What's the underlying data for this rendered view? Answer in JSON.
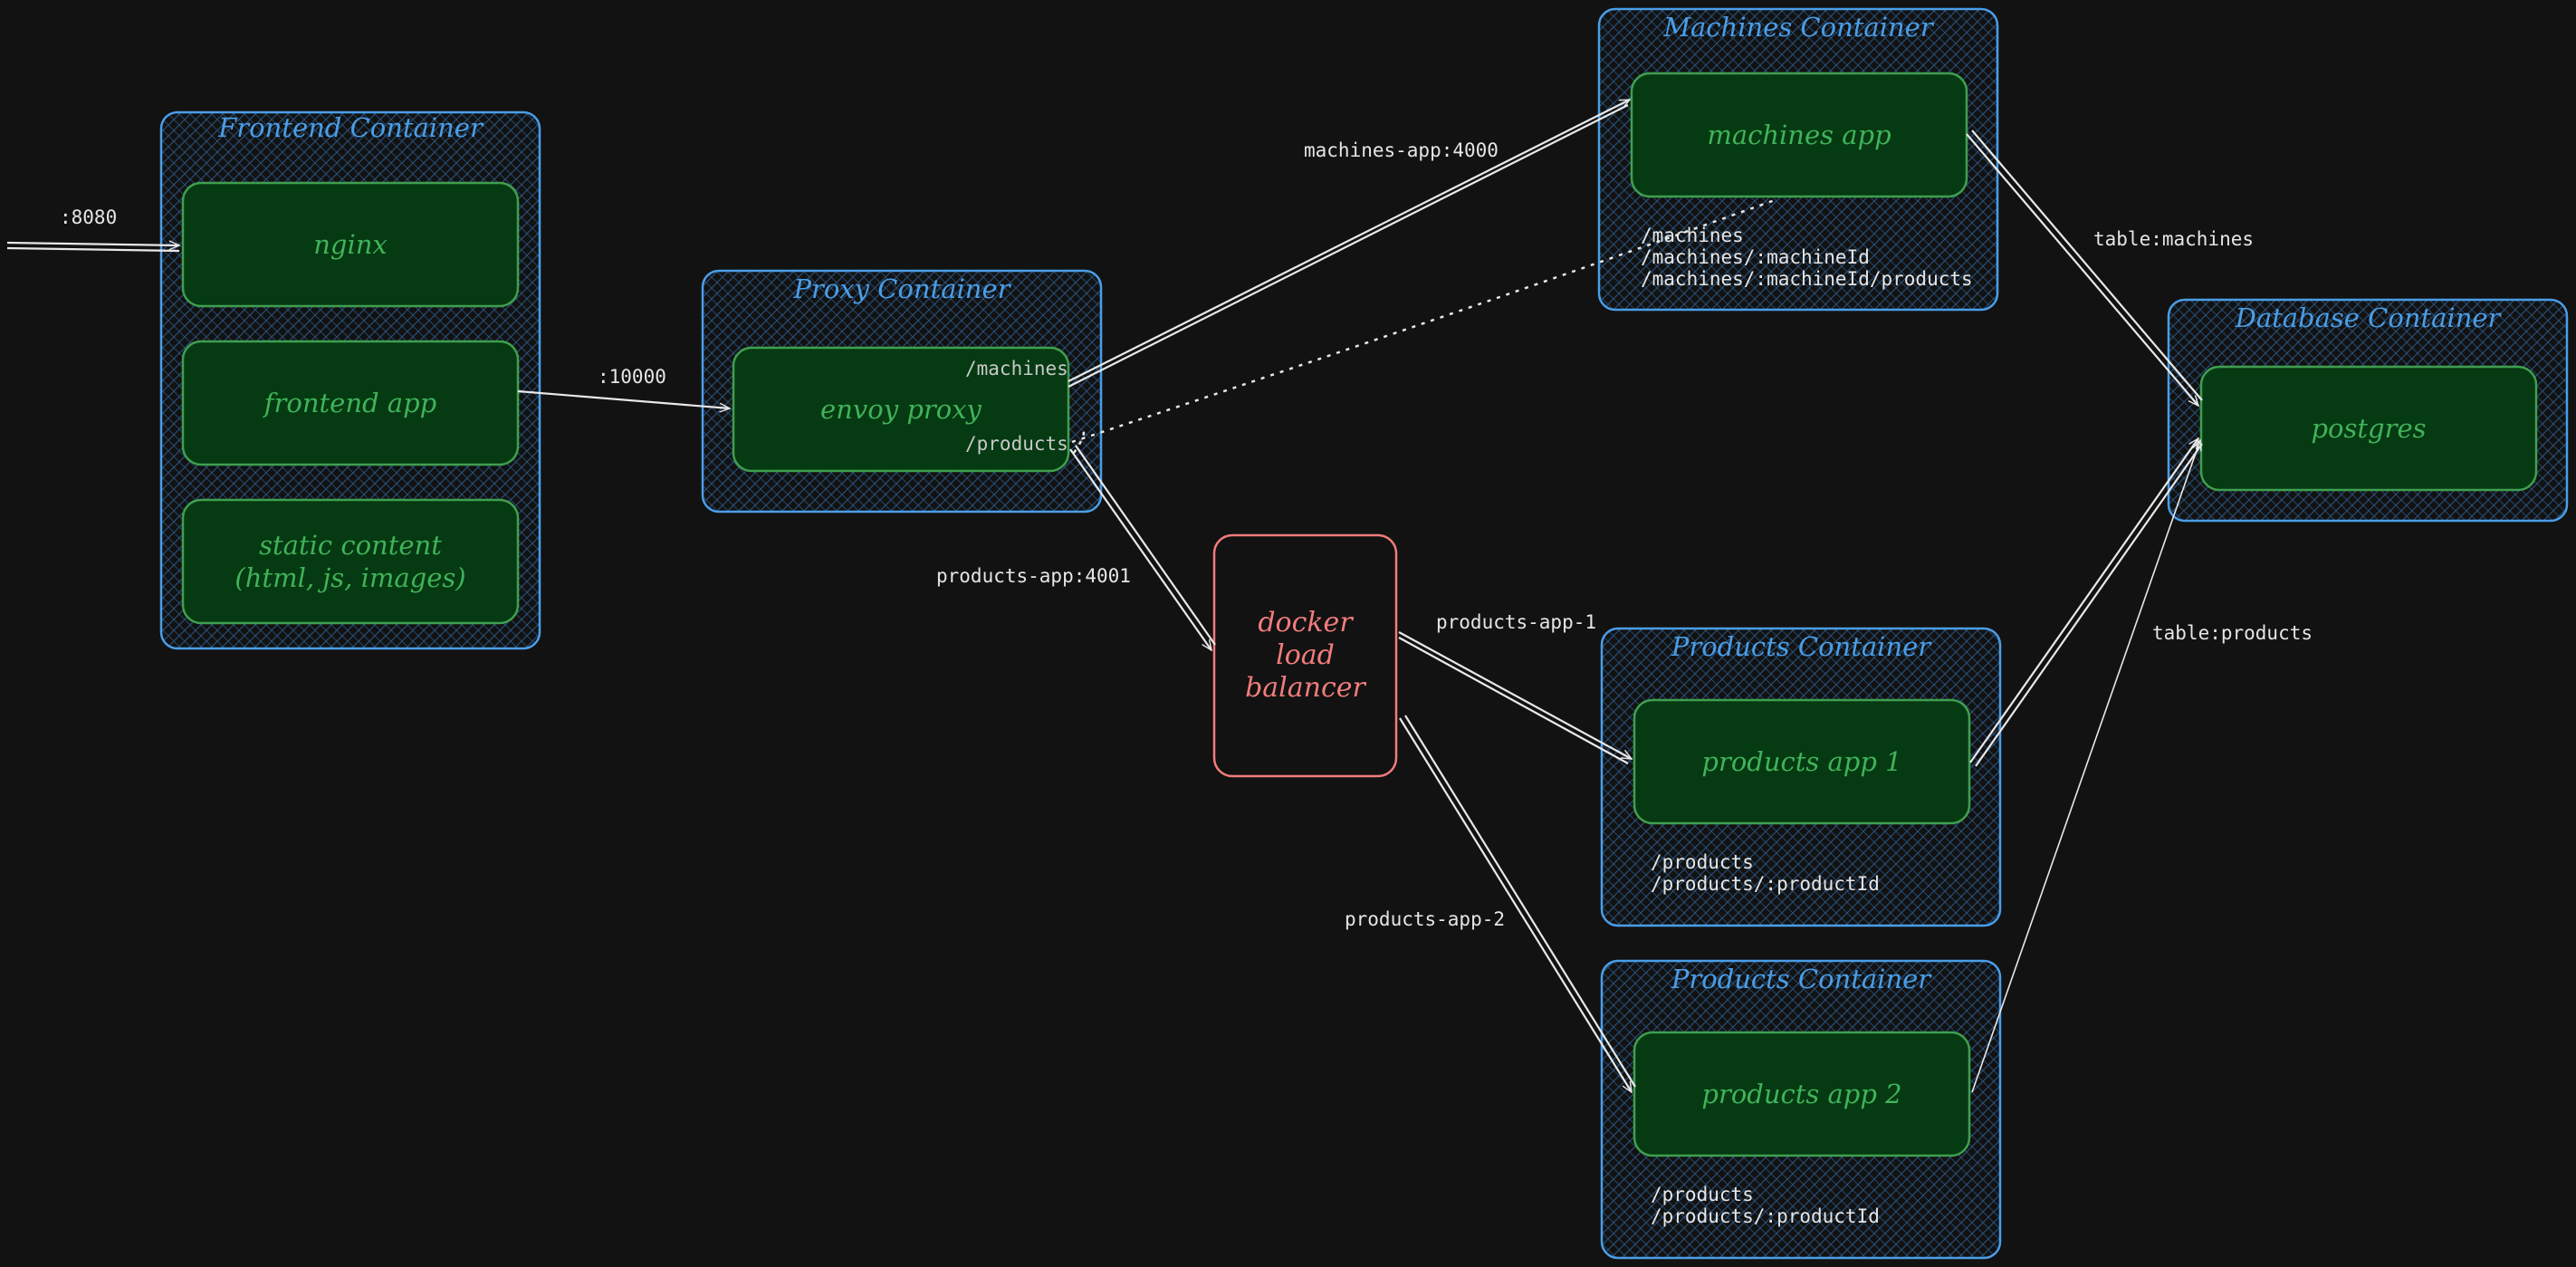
{
  "containers": {
    "frontend": {
      "title": "Frontend Container"
    },
    "proxy": {
      "title": "Proxy Container"
    },
    "machines": {
      "title": "Machines Container"
    },
    "database": {
      "title": "Database Container"
    },
    "products1": {
      "title": "Products Container"
    },
    "products2": {
      "title": "Products Container"
    }
  },
  "nodes": {
    "nginx": "nginx",
    "frontend_app": "frontend app",
    "static_content": "static content\n(html, js, images)",
    "envoy_proxy": "envoy proxy",
    "machines_app": "machines app",
    "postgres": "postgres",
    "products_app_1": "products app 1",
    "products_app_2": "products app 2",
    "load_balancer": "docker\nload\nbalancer"
  },
  "envoy_routes": {
    "machines": "/machines",
    "products": "/products"
  },
  "machines_routes": [
    "/machines",
    "/machines/:machineId",
    "/machines/:machineId/products"
  ],
  "products_routes": [
    "/products",
    "/products/:productId"
  ],
  "edge_labels": {
    "port_8080": ":8080",
    "port_10000": ":10000",
    "machines_app_4000": "machines-app:4000",
    "products_app_4001": "products-app:4001",
    "products_app_1": "products-app-1",
    "products_app_2": "products-app-2",
    "table_machines": "table:machines",
    "table_products": "table:products"
  },
  "colors": {
    "background": "#121212",
    "container_stroke": "#4a9ee8",
    "node_fill": "#053a12",
    "node_stroke": "#3f9f4f",
    "node_text": "#40b35a",
    "lb_stroke": "#f27c7c",
    "edge": "#e8e8e8"
  }
}
